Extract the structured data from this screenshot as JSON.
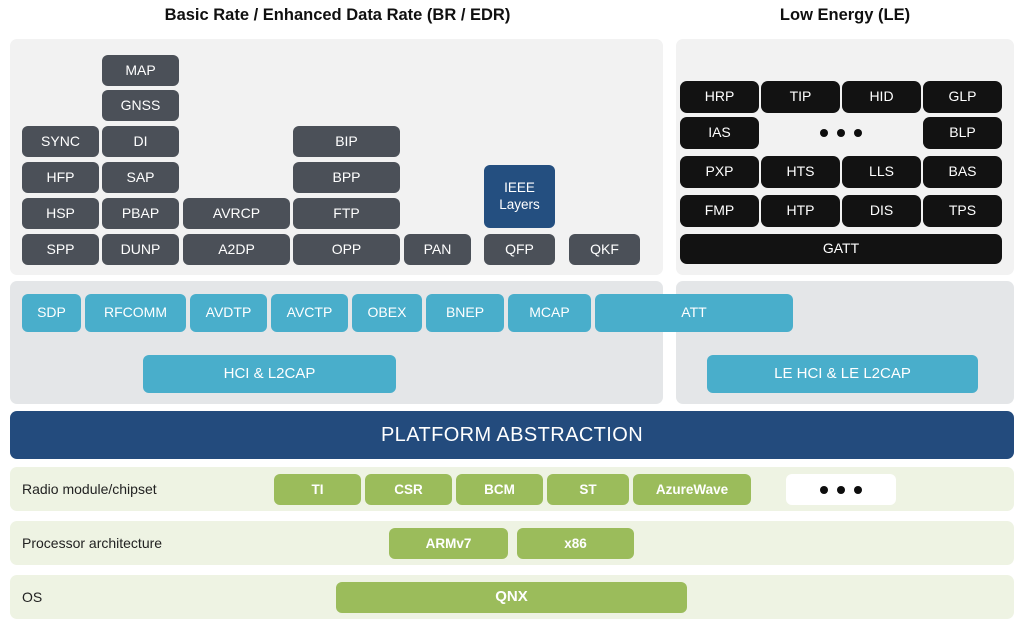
{
  "headers": {
    "bredr": "Basic Rate / Enhanced Data Rate (BR / EDR)",
    "le": "Low Energy (LE)"
  },
  "colors": {
    "profile_gray": "#4b5058",
    "le_black": "#121212",
    "protocol_teal": "#49aecb",
    "platform_navy": "#234b7d",
    "hardware_green": "#9bbc5b",
    "panel_bg": "#f2f2f2",
    "band_bg": "#e4e6e8",
    "hwrow_bg": "#eef3e3"
  },
  "bredr_profiles": {
    "col1": [
      "SYNC",
      "HFP",
      "HSP",
      "SPP"
    ],
    "col2": [
      "MAP",
      "GNSS",
      "DI",
      "SAP",
      "PBAP",
      "DUNP"
    ],
    "col3": [
      "AVRCP",
      "A2DP"
    ],
    "col4": [
      "BIP",
      "BPP",
      "FTP",
      "OPP"
    ],
    "col5": [
      "PAN"
    ],
    "col6": [
      "QFP"
    ],
    "col7": [
      "QKF"
    ],
    "ieee": "IEEE Layers"
  },
  "le_profiles": {
    "rows": [
      [
        "HRP",
        "TIP",
        "HID",
        "GLP"
      ],
      [
        "IAS",
        "",
        "",
        "BLP"
      ],
      [
        "PXP",
        "HTS",
        "LLS",
        "BAS"
      ],
      [
        "FMP",
        "HTP",
        "DIS",
        "TPS"
      ]
    ],
    "ellipsis": "•••",
    "gatt": "GATT"
  },
  "protocols_bredr": [
    "SDP",
    "RFCOMM",
    "AVDTP",
    "AVCTP",
    "OBEX",
    "BNEP",
    "MCAP"
  ],
  "protocol_att": "ATT",
  "hci_bredr": "HCI & L2CAP",
  "hci_le": "LE HCI & LE L2CAP",
  "platform": "PLATFORM ABSTRACTION",
  "hardware": {
    "radio": {
      "label": "Radio module/chipset",
      "items": [
        "TI",
        "CSR",
        "BCM",
        "ST",
        "AzureWave"
      ],
      "more": "•••"
    },
    "processor": {
      "label": "Processor architecture",
      "items": [
        "ARMv7",
        "x86"
      ]
    },
    "os": {
      "label": "OS",
      "items": [
        "QNX"
      ]
    }
  }
}
